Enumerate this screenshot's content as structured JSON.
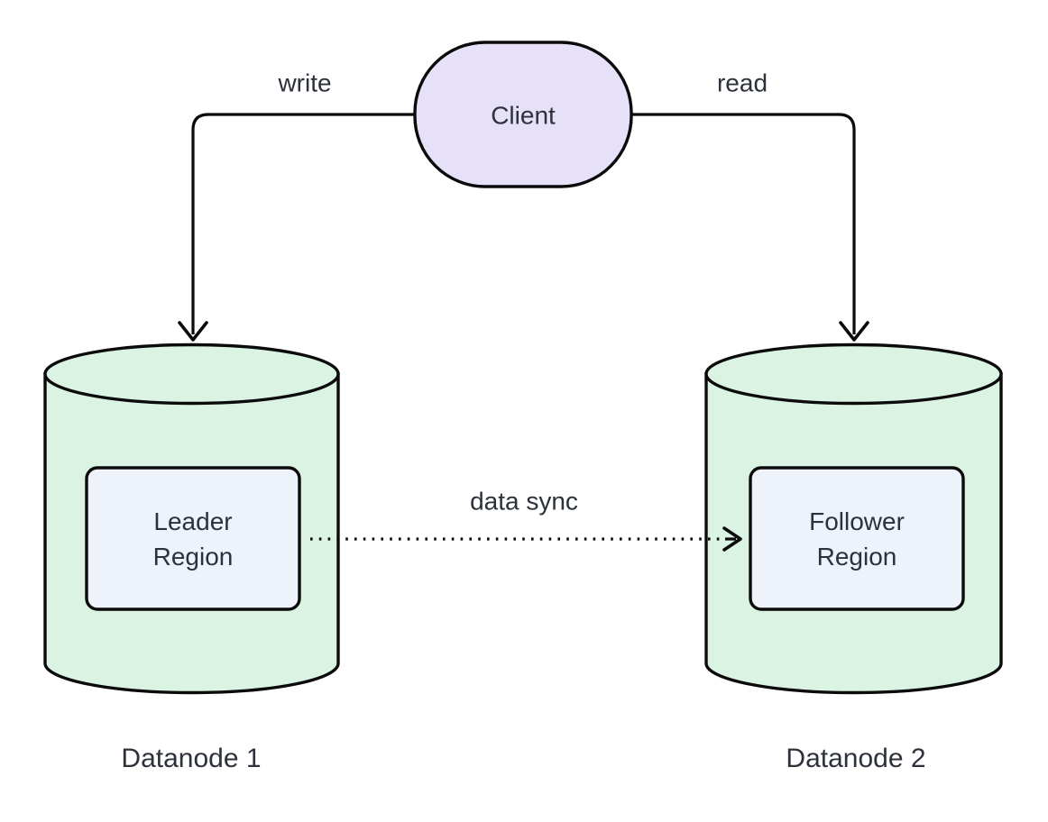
{
  "client_node": {
    "label": "Client",
    "fill": "#e6e0f9"
  },
  "edges": {
    "write": "write",
    "read": "read",
    "data_sync": "data sync"
  },
  "datanode_left": {
    "caption": "Datanode 1",
    "region_lines": [
      "Leader",
      "Region"
    ],
    "cylinder_fill": "#dbf3e2",
    "region_fill": "#edf2fb"
  },
  "datanode_right": {
    "caption": "Datanode 2",
    "region_lines": [
      "Follower",
      "Region"
    ],
    "cylinder_fill": "#dbf3e2",
    "region_fill": "#edf2fb"
  },
  "colors": {
    "stroke": "#0b0b0b",
    "text": "#2c313b",
    "background": "#ffffff"
  }
}
